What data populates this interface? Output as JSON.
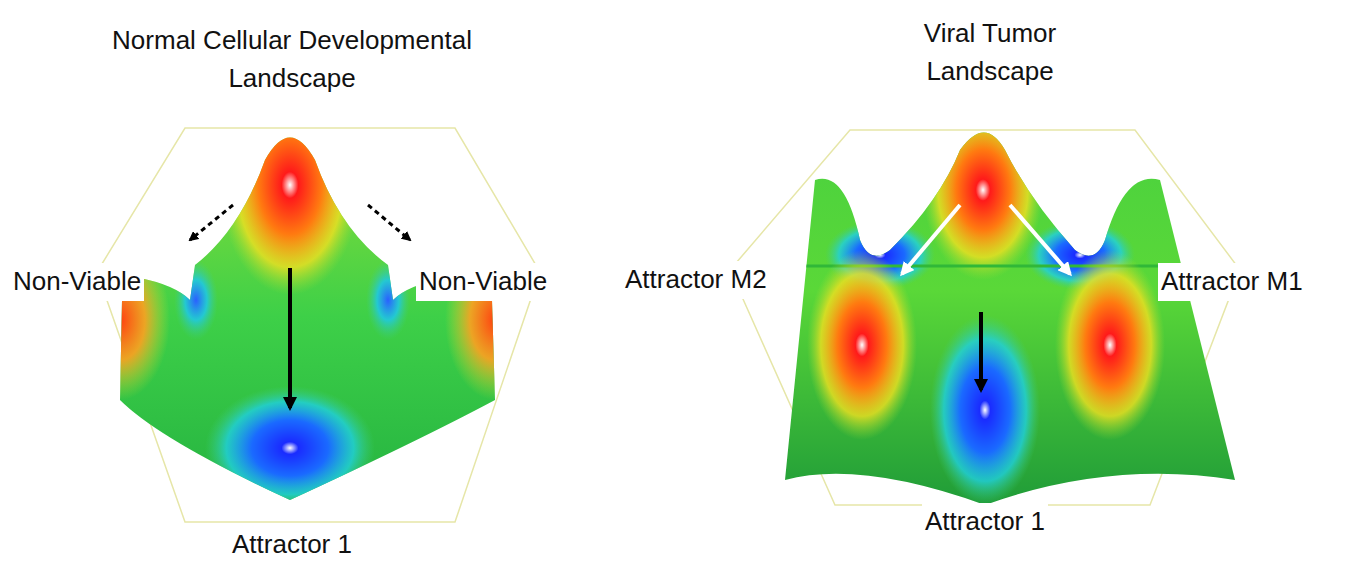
{
  "diagram": {
    "labels": [
      "Normal Cellular Developmental Landscape",
      "Non-Viable",
      "Non-Viable",
      "Attractor 1",
      "Viral Tumor Landscape",
      "Attractor M2",
      "Attractor M1",
      "Attractor 1"
    ]
  }
}
